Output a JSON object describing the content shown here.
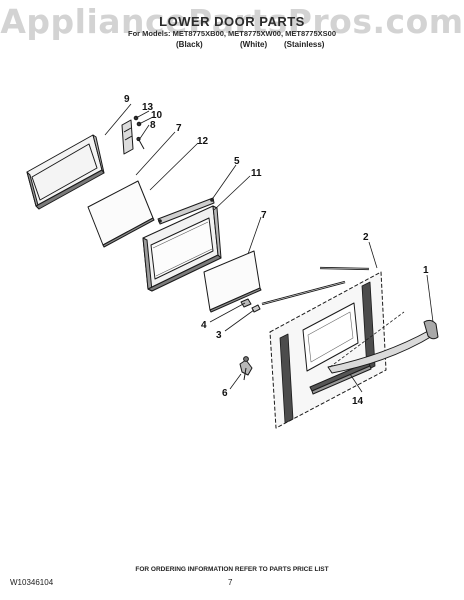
{
  "watermark": "AppliancePartsPros.com",
  "header": {
    "title": "LOWER DOOR PARTS",
    "models": "For Models: MET8775XB00, MET8775XW00, MET8775XS00",
    "finishes": [
      "(Black)",
      "(White)",
      "(Stainless)"
    ]
  },
  "callouts": [
    "9",
    "13",
    "10",
    "8",
    "7",
    "12",
    "5",
    "11",
    "7",
    "2",
    "1",
    "4",
    "3",
    "6",
    "14"
  ],
  "footer": {
    "note": "FOR ORDERING INFORMATION REFER TO PARTS PRICE LIST",
    "doc_number": "W10346104",
    "page": "7"
  }
}
